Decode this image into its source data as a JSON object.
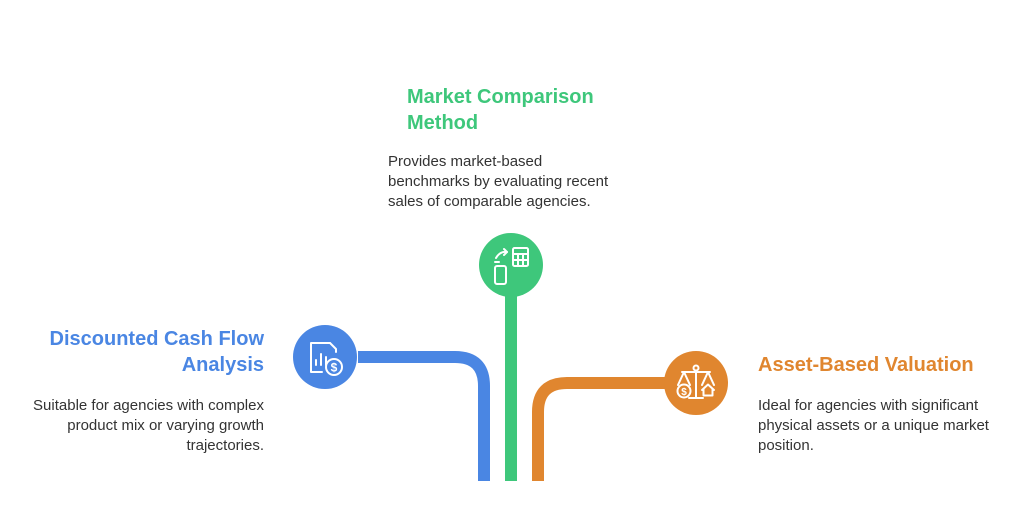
{
  "colors": {
    "blue": "#4a86e3",
    "green": "#3ec77b",
    "orange": "#e0862f"
  },
  "items": [
    {
      "key": "left",
      "title_lines": [
        "Discounted Cash Flow",
        "Analysis"
      ],
      "desc_lines": [
        "Suitable for agencies with complex",
        "product mix or varying growth",
        "trajectories."
      ],
      "icon": "chart-document-dollar-icon"
    },
    {
      "key": "top",
      "title_lines": [
        "Market Comparison",
        "Method"
      ],
      "desc_lines": [
        "Provides market-based",
        "benchmarks by evaluating recent",
        "sales of comparable agencies."
      ],
      "icon": "phone-calculator-exchange-icon"
    },
    {
      "key": "right",
      "title_lines": [
        "Asset-Based Valuation"
      ],
      "desc_lines": [
        "Ideal for agencies with significant",
        "physical assets or a unique market",
        "position."
      ],
      "icon": "scale-dollar-house-icon"
    }
  ]
}
